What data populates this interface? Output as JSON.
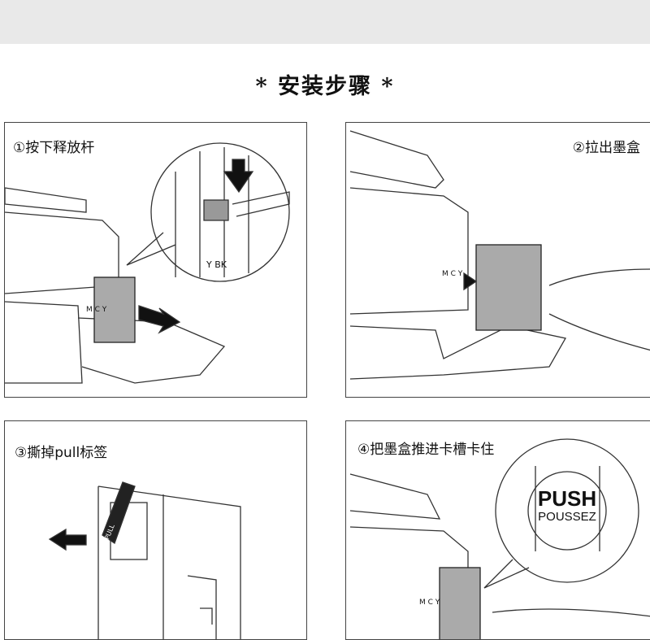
{
  "title": "* 安装步骤 *",
  "steps": [
    {
      "label": "①按下释放杆"
    },
    {
      "label": "②拉出墨盒"
    },
    {
      "label": "③撕掉pull标签",
      "tab_text": "PULL"
    },
    {
      "label": "④把墨盒推进卡槽卡住",
      "push_text": "PUSH",
      "push_subtext": "POUSSEZ"
    }
  ],
  "cartridge_slots": [
    "M",
    "C",
    "Y",
    "BK"
  ]
}
